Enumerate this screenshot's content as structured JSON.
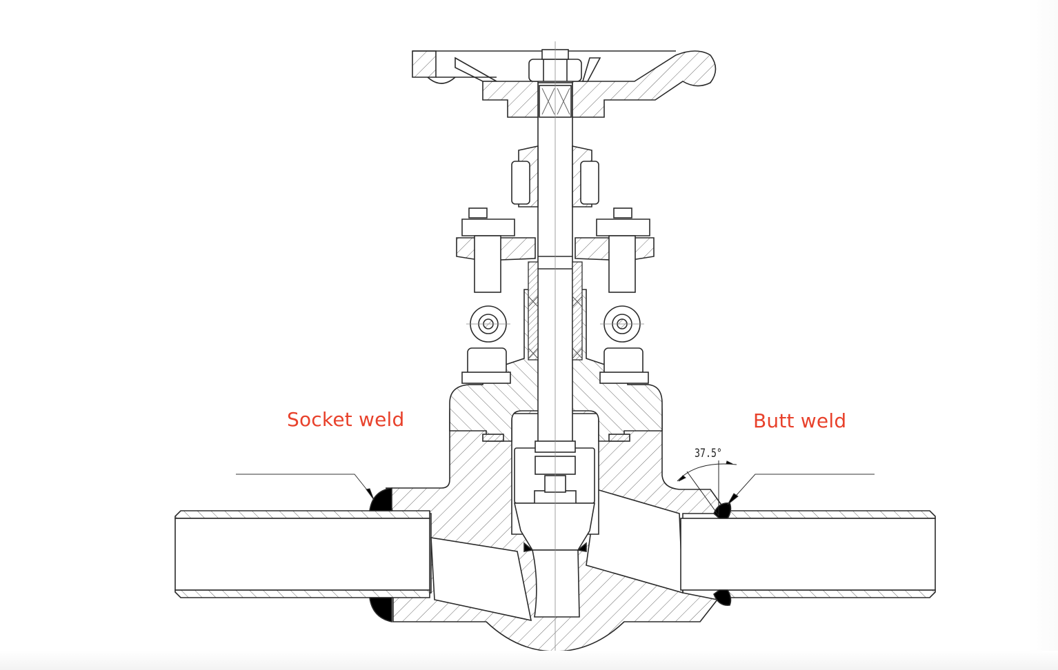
{
  "diagram": {
    "title": "Forged globe valve cross-section with weld end connections",
    "subject": "globe-valve-section",
    "labels": {
      "socket_weld": "Socket weld",
      "butt_weld": "Butt weld",
      "bevel_angle": "37.5°"
    },
    "colors": {
      "label_red": "#e8412b",
      "line": "#2a2a2a",
      "hatch": "#555555",
      "weld_bead": "#000000"
    },
    "components": [
      "handwheel",
      "handwheel-nut",
      "yoke-sleeve-nut",
      "stem",
      "gland-flange",
      "gland-eyebolts",
      "gland-packing",
      "bonnet",
      "bonnet-gasket",
      "disc",
      "body",
      "socket-weld-pipe",
      "butt-weld-pipe"
    ]
  }
}
